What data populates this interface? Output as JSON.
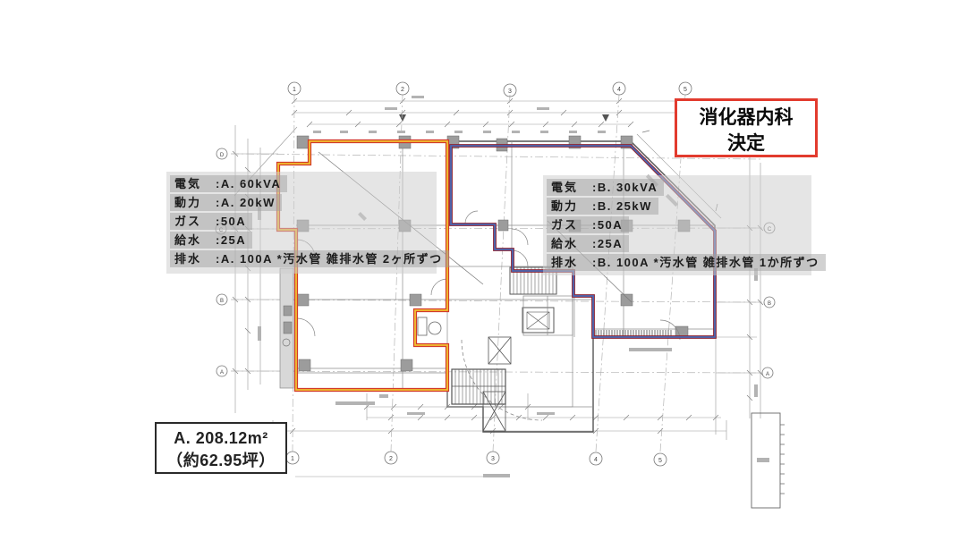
{
  "annotation": {
    "clinic_line1": "消化器内科",
    "clinic_line2": "決定"
  },
  "specs": {
    "a": {
      "rows": [
        {
          "label": "電気",
          "value": ":A. 60kVA"
        },
        {
          "label": "動力",
          "value": ":A. 20kW"
        },
        {
          "label": "ガス",
          "value": ":50A"
        },
        {
          "label": "給水",
          "value": ":25A"
        },
        {
          "label": "排水",
          "value": ":A. 100A *汚水管 雑排水管 2ヶ所ずつ"
        }
      ]
    },
    "b": {
      "rows": [
        {
          "label": "電気",
          "value": ":B. 30kVA"
        },
        {
          "label": "動力",
          "value": ":B. 25kW"
        },
        {
          "label": "ガス",
          "value": ":50A"
        },
        {
          "label": "給水",
          "value": ":25A"
        },
        {
          "label": "排水",
          "value": ":B. 100A *汚水管 雑排水管 1か所ずつ"
        }
      ]
    }
  },
  "area": {
    "line1": "A. 208.12m²",
    "line2": "（約62.95坪）"
  },
  "grid": {
    "cols": [
      "1",
      "2",
      "3",
      "4",
      "5"
    ],
    "rows_left": [
      "D",
      "C",
      "B",
      "A"
    ],
    "rows_right": [
      "C",
      "B",
      "A"
    ]
  },
  "colors": {
    "accent_red": "#e23b2e",
    "unit_a_red": "#d23b2b",
    "unit_a_yellow": "#f2c230",
    "unit_b_darkred": "#8c2433",
    "unit_b_blue": "#4a69b5"
  }
}
